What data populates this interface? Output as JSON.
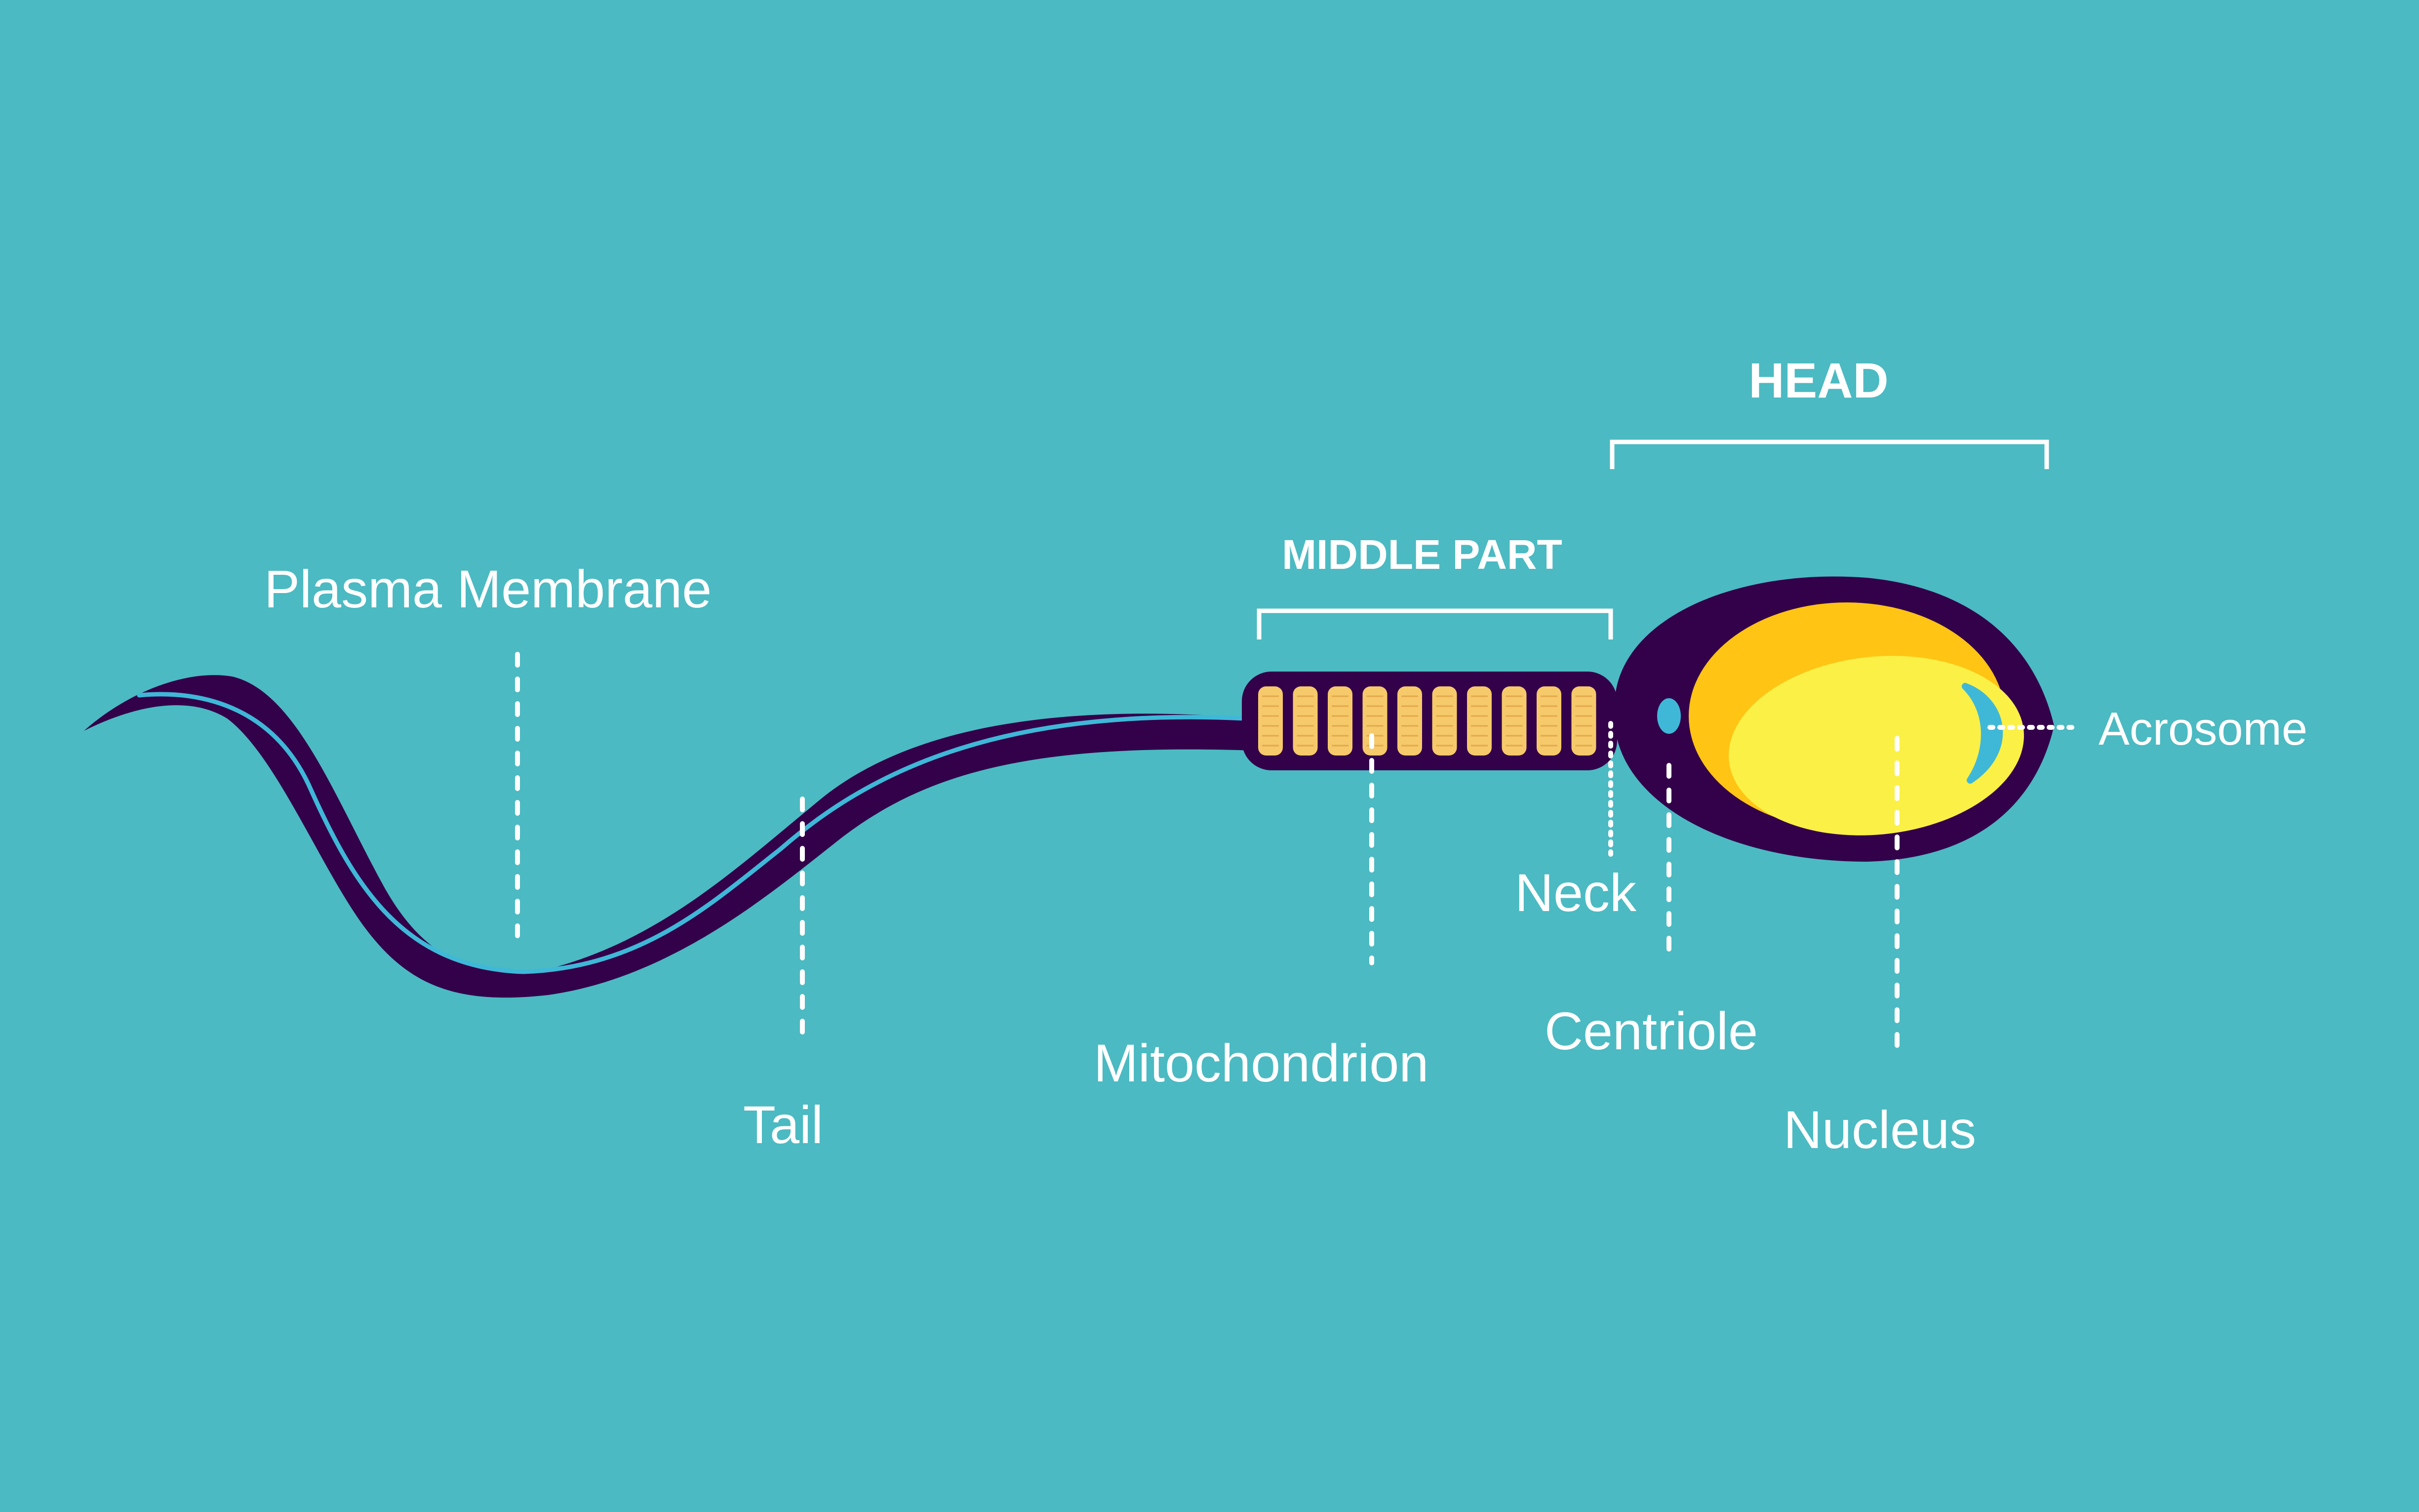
{
  "colors": {
    "background": "#4bbac2",
    "body": "#33004a",
    "filament": "#3fb8d8",
    "mitochondria": "#f6c96b",
    "nucleus_outer": "#ffc414",
    "nucleus_inner": "#fbf046",
    "leader": "#ffffff"
  },
  "headers": {
    "head": "HEAD",
    "middle_part": "MIDDLE PART"
  },
  "labels": {
    "plasma_membrane": "Plasma Membrane",
    "tail": "Tail",
    "mitochondrion": "Mitochondrion",
    "neck": "Neck",
    "centriole": "Centriole",
    "nucleus": "Nucleus",
    "acrosome": "Acrosome"
  }
}
